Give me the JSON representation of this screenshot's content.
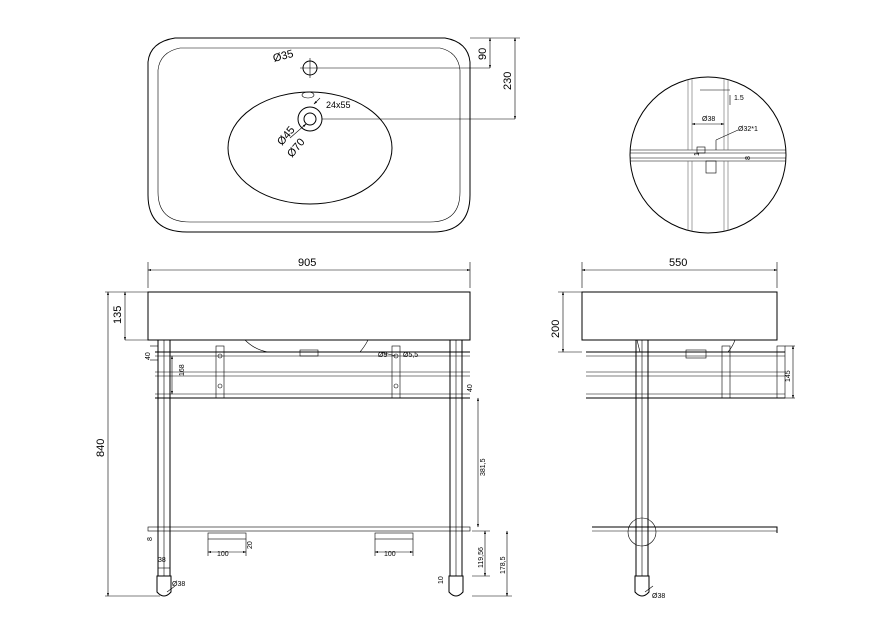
{
  "top_view": {
    "hole_small": "Ø35",
    "dim_90": "90",
    "dim_230": "230",
    "slot": "24x55",
    "drain_inner": "Ø45",
    "drain_outer": "Ø70"
  },
  "detail_view": {
    "dim_1_5": "1.5",
    "dim_38": "Ø38",
    "dim_32": "Ø32*1",
    "dim_1": "1",
    "dim_8": "8"
  },
  "front_view": {
    "width": "905",
    "top_height": "135",
    "total_height": "840",
    "dim_40_left": "40",
    "dim_168": "168",
    "dim_9": "Ø9",
    "dim_5_5": "Ø5,5",
    "dim_40_right": "40",
    "dim_381_5": "381,5",
    "dim_8": "8",
    "dim_20": "20",
    "dim_100_left": "100",
    "dim_100_right": "100",
    "dim_38": "38",
    "dim_119_56": "119,56",
    "dim_178_5": "178,5",
    "dim_10": "10",
    "foot_left": "Ø38"
  },
  "side_view": {
    "width": "550",
    "height": "200",
    "dim_145": "145",
    "foot": "Ø38"
  }
}
